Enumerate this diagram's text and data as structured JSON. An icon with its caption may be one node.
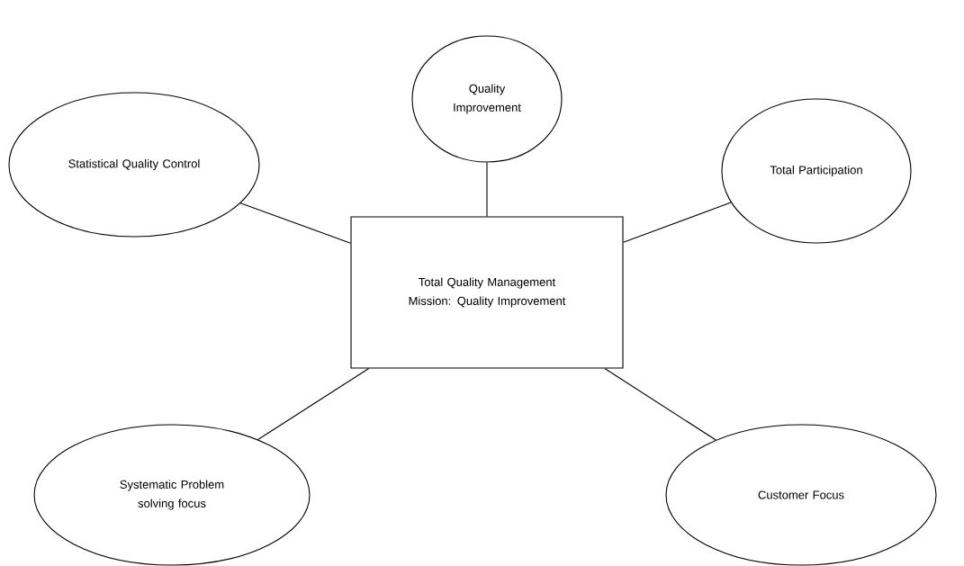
{
  "diagram": {
    "nodes": [
      {
        "text": [
          "Quality Improvement"
        ]
      },
      {
        "text": [
          "Statistical Quality Control"
        ]
      },
      {
        "text": [
          "Total Participation"
        ]
      },
      {
        "text": [
          "Total Quality Management Mission: Quality Improvement"
        ]
      },
      {
        "text": [
          "Systematic Problem solving focus"
        ]
      },
      {
        "text": [
          "Customer Focus"
        ]
      }
    ],
    "edges": [
      {
        "from": 3,
        "to": 0,
        "arrow": "none"
      },
      {
        "from": 3,
        "to": 1,
        "arrow": "none"
      },
      {
        "from": 3,
        "to": 2,
        "arrow": "none"
      },
      {
        "from": 3,
        "to": 4,
        "arrow": "none"
      },
      {
        "from": 3,
        "to": 5,
        "arrow": "none"
      }
    ]
  }
}
